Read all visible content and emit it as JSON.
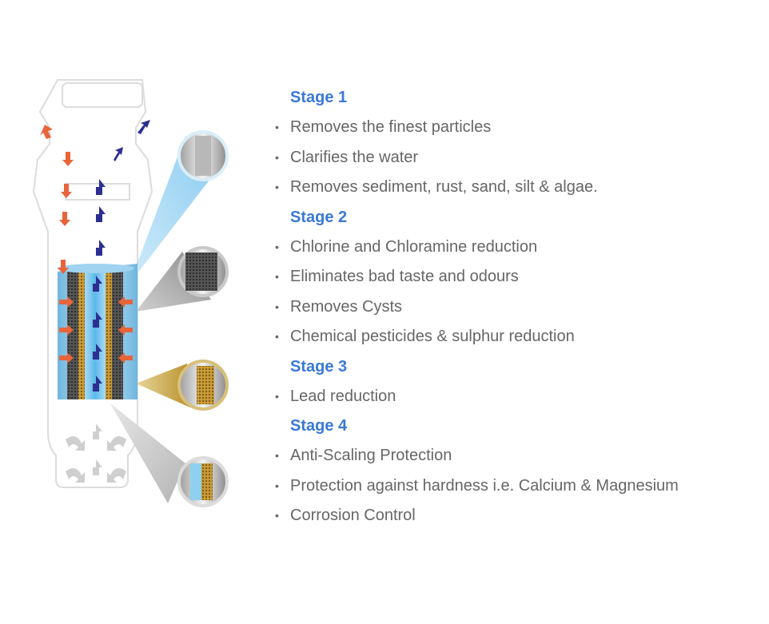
{
  "stages": [
    {
      "title": "Stage 1",
      "items": [
        "Removes the finest particles",
        "Clarifies the water",
        "Removes sediment, rust, sand, silt & algae."
      ]
    },
    {
      "title": "Stage 2",
      "items": [
        "Chlorine and Chloramine reduction",
        "Eliminates bad taste and odours",
        "Removes Cysts",
        "Chemical pesticides & sulphur reduction"
      ]
    },
    {
      "title": "Stage 3",
      "items": [
        "Lead reduction"
      ]
    },
    {
      "title": "Stage 4",
      "items": [
        "Anti-Scaling Protection",
        "Protection against hardness i.e. Calcium & Magnesium",
        "Corrosion Control"
      ]
    }
  ],
  "bullet": "•",
  "colors": {
    "stage_title": "#3a79d6",
    "item_text": "#666666",
    "inflow_arrow": "#e8643a",
    "outflow_arrow": "#2c2f8f",
    "media_blue": "#8fd0f0",
    "media_gold": "#c89b35"
  }
}
